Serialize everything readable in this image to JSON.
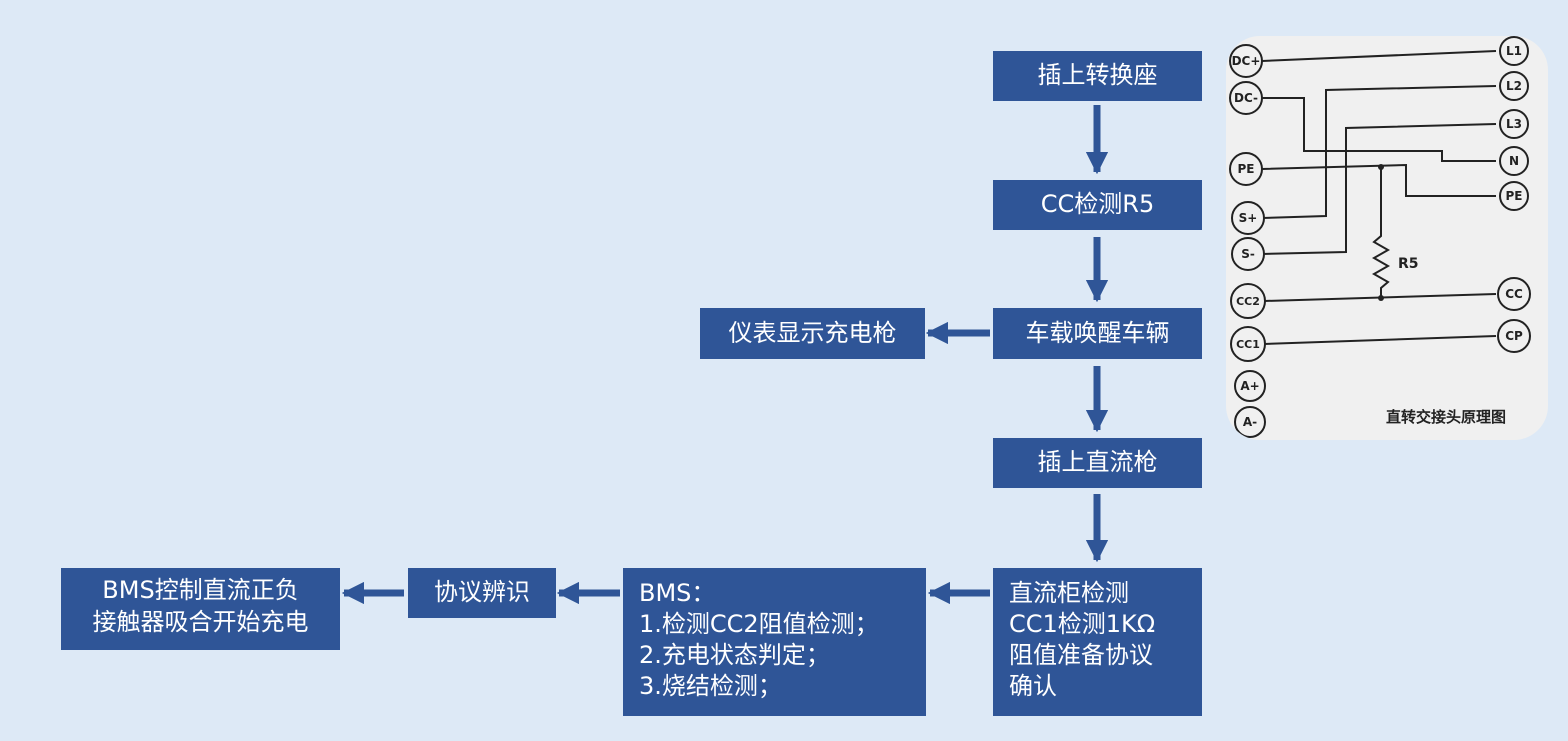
{
  "flow": {
    "step1": "插上转换座",
    "step2": "CC检测R5",
    "step3": "车载唤醒车辆",
    "side": "仪表显示充电枪",
    "step4": "插上直流枪",
    "step5": [
      "直流柜检测",
      "CC1检测1KΩ",
      "阻值准备协议",
      "确认"
    ],
    "bms": [
      "BMS：",
      "1.检测CC2阻值检测；",
      "2.充电状态判定；",
      "3.烧结检测；"
    ],
    "protocol": "协议辨识",
    "final": [
      "BMS控制直流正负",
      "接触器吸合开始充电"
    ]
  },
  "diagram": {
    "left_pins": [
      "DC+",
      "DC-",
      "PE",
      "S+",
      "S-",
      "CC2",
      "CC1",
      "A+",
      "A-"
    ],
    "right_pins": [
      "L1",
      "L2",
      "L3",
      "N",
      "PE",
      "CC",
      "CP"
    ],
    "resistor": "R5",
    "caption": "直转交接头原理图"
  },
  "colors": {
    "box": "#2f5597",
    "background": "#dde9f6",
    "arrow": "#2f5597"
  }
}
